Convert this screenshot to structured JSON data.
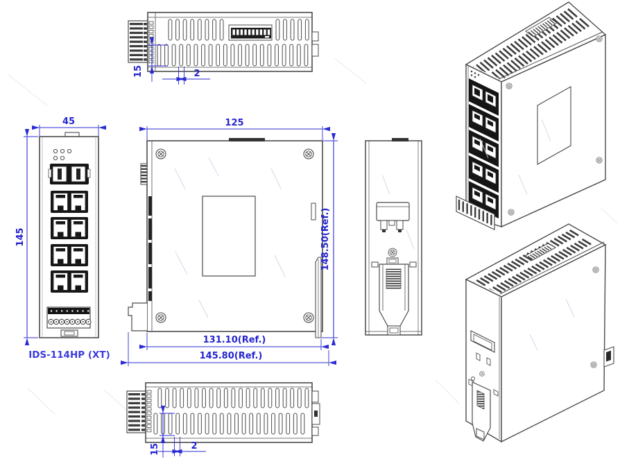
{
  "drawing": {
    "model_label": "IDS-114HP (XT)",
    "dims": {
      "front_width": "45",
      "front_height": "145",
      "side_width": "125",
      "side_height_ref": "148.50(Ref.)",
      "side_depth_ref": "131.10(Ref.)",
      "side_overall_ref": "145.80(Ref.)",
      "top_slot_len": "15",
      "top_slot_w": "2",
      "bottom_slot_len": "15",
      "bottom_slot_w": "2"
    },
    "colors": {
      "dimension_blue": "#2b2bd5",
      "label_blue": "#3b3be0",
      "line_dark": "#4a4a4a"
    }
  }
}
